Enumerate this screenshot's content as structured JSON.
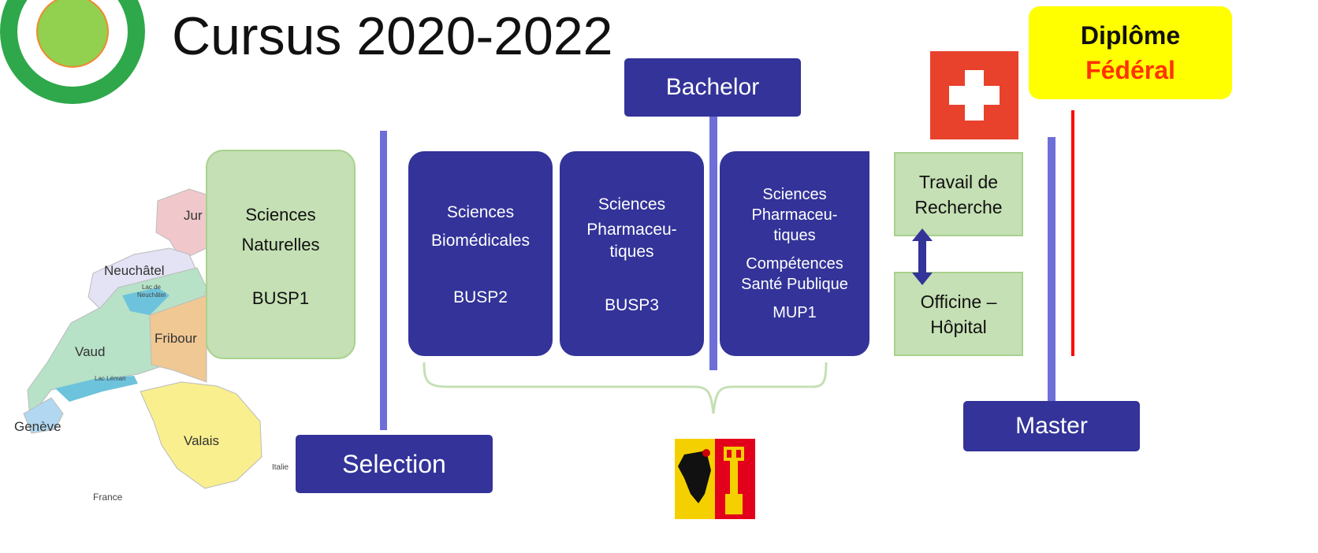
{
  "title": "Cursus 2020-2022",
  "diploma": {
    "line1": "Diplôme",
    "line2": "Fédéral"
  },
  "bachelor_label": "Bachelor",
  "selection_label": "Selection",
  "master_label": "Master",
  "busp1": {
    "line1": "Sciences",
    "line2": "Naturelles",
    "code": "BUSP1"
  },
  "busp2": {
    "line1": "Sciences",
    "line2": "Biomédicales",
    "code": "BUSP2"
  },
  "busp3": {
    "line1": "Sciences",
    "line2": "Pharmaceu-",
    "line3": "tiques",
    "code": "BUSP3"
  },
  "mup1": {
    "line1": "Sciences",
    "line2": "Pharmaceu-",
    "line3": "tiques",
    "line4": "Compétences",
    "line5": "Santé Publique",
    "code": "MUP1"
  },
  "master_boxes": {
    "research": {
      "line1": "Travail de",
      "line2": "Recherche"
    },
    "practice": {
      "line1": "Officine –",
      "line2": "Hôpital"
    }
  },
  "map": {
    "labels": {
      "jura": "Jur",
      "neuchatel": "Neuchâtel",
      "lac_neuchatel": "Lac de Neuchâtel",
      "vaud": "Vaud",
      "fribourg": "Fribour",
      "lac_leman": "Lac Léman",
      "geneve": "Genève",
      "valais": "Valais",
      "italia": "Italie",
      "france": "France"
    }
  },
  "colors": {
    "navy": "#333399",
    "green_box": "#c5e0b4",
    "diploma_bg": "#ffff00",
    "diploma_red": "#ff3300",
    "swiss_red": "#e8412c",
    "accent_line": "#6e6ed8"
  }
}
